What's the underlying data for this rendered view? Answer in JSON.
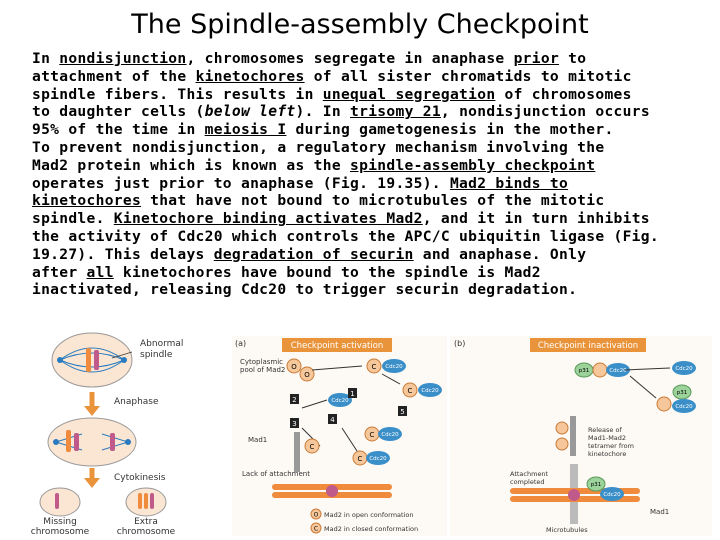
{
  "title": "The Spindle-assembly Checkpoint",
  "paragraph": {
    "l1": {
      "a": "In ",
      "b": "nondisjunction",
      "c": ", chromosomes segregate in anaphase ",
      "d": "prior",
      "e": " to"
    },
    "l2": {
      "a": "attachment of the ",
      "b": "kinetochores",
      "c": " of all sister chromatids to mitotic"
    },
    "l3": {
      "a": "spindle fibers. This results in ",
      "b": "unequal segregation",
      "c": " of chromosomes"
    },
    "l4": {
      "a": "to daughter cells (",
      "b": "below left",
      "c": "). In ",
      "d": "trisomy 21",
      "e": ", nondisjunction occurs"
    },
    "l5": {
      "a": "95% of the time in ",
      "b": "meiosis I",
      "c": " during gametogenesis in the mother."
    },
    "l6": "To prevent nondisjunction, a regulatory mechanism involving the",
    "l7": {
      "a": "Mad2 protein which is known as the ",
      "b": "spindle-assembly checkpoint"
    },
    "l8": {
      "a": "operates just prior to anaphase (Fig. 19.35). ",
      "b": "Mad2 binds to"
    },
    "l9": {
      "a": "kinetochores",
      "b": " that have not bound to microtubules of the mitotic"
    },
    "l10": {
      "a": "spindle. ",
      "b": "Kinetochore binding activates Mad2",
      "c": ", and it in turn inhibits"
    },
    "l11": "the activity of Cdc20 which controls the APC/C ubiquitin ligase (Fig.",
    "l12": {
      "a": "19.27). This delays ",
      "b": "degradation of securin",
      "c": " and anaphase. Only"
    },
    "l13": {
      "a": "after ",
      "b": "all",
      "c": " kinetochores have bound to the spindle is Mad2"
    },
    "l14": "inactivated, releasing Cdc20 to trigger securin degradation."
  },
  "fig_left": {
    "abnormal_spindle": "Abnormal\nspindle",
    "anaphase": "Anaphase",
    "cytokinesis": "Cytokinesis",
    "missing": "Missing\nchromosome",
    "extra": "Extra\nchromosome"
  },
  "fig_a": {
    "panel": "(a)",
    "header": "Checkpoint activation",
    "cyto_pool": "Cytoplasmic\npool of Mad2",
    "mad1": "Mad1",
    "lack": "Lack of attachment",
    "cdc20": "Cdc20",
    "c": "C",
    "o": "O",
    "steps": [
      "1",
      "2",
      "3",
      "4",
      "5"
    ],
    "legend_open": "Mad2 in open conformation",
    "legend_closed": "Mad2 in closed conformation"
  },
  "fig_b": {
    "panel": "(b)",
    "header": "Checkpoint inactivation",
    "p31": "p31",
    "release": "Release of\nMad1-Mad2\ntetramer from\nkinetochore",
    "attach": "Attachment\ncompleted",
    "microtubules": "Microtubules",
    "mad1": "Mad1",
    "cdc20": "Cdc20"
  },
  "colors": {
    "orange": "#e9943a",
    "mad2_fill": "#f6c79a",
    "cdc20_fill": "#3b8fc9",
    "chromosome": "#f08a3c",
    "spindle": "#2a7abf",
    "arrow": "#333333"
  }
}
